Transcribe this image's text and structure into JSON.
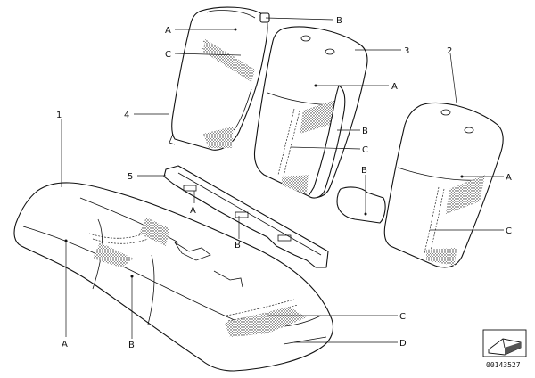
{
  "diagram": {
    "callouts": {
      "part_1": "1",
      "part_2": "2",
      "part_3": "3",
      "part_4": "4",
      "part_5": "5",
      "a_1": "A",
      "a_2": "A",
      "a_3": "A",
      "a_4": "A",
      "a_5": "A",
      "b_1": "B",
      "b_2": "B",
      "b_3": "B",
      "b_4": "B",
      "b_5": "B",
      "c_1": "C",
      "c_2": "C",
      "c_3": "C",
      "c_4": "C",
      "d_1": "D"
    },
    "drawing_number": "00143527",
    "icons": {
      "legend": "seat-cushion-corner-icon"
    }
  }
}
